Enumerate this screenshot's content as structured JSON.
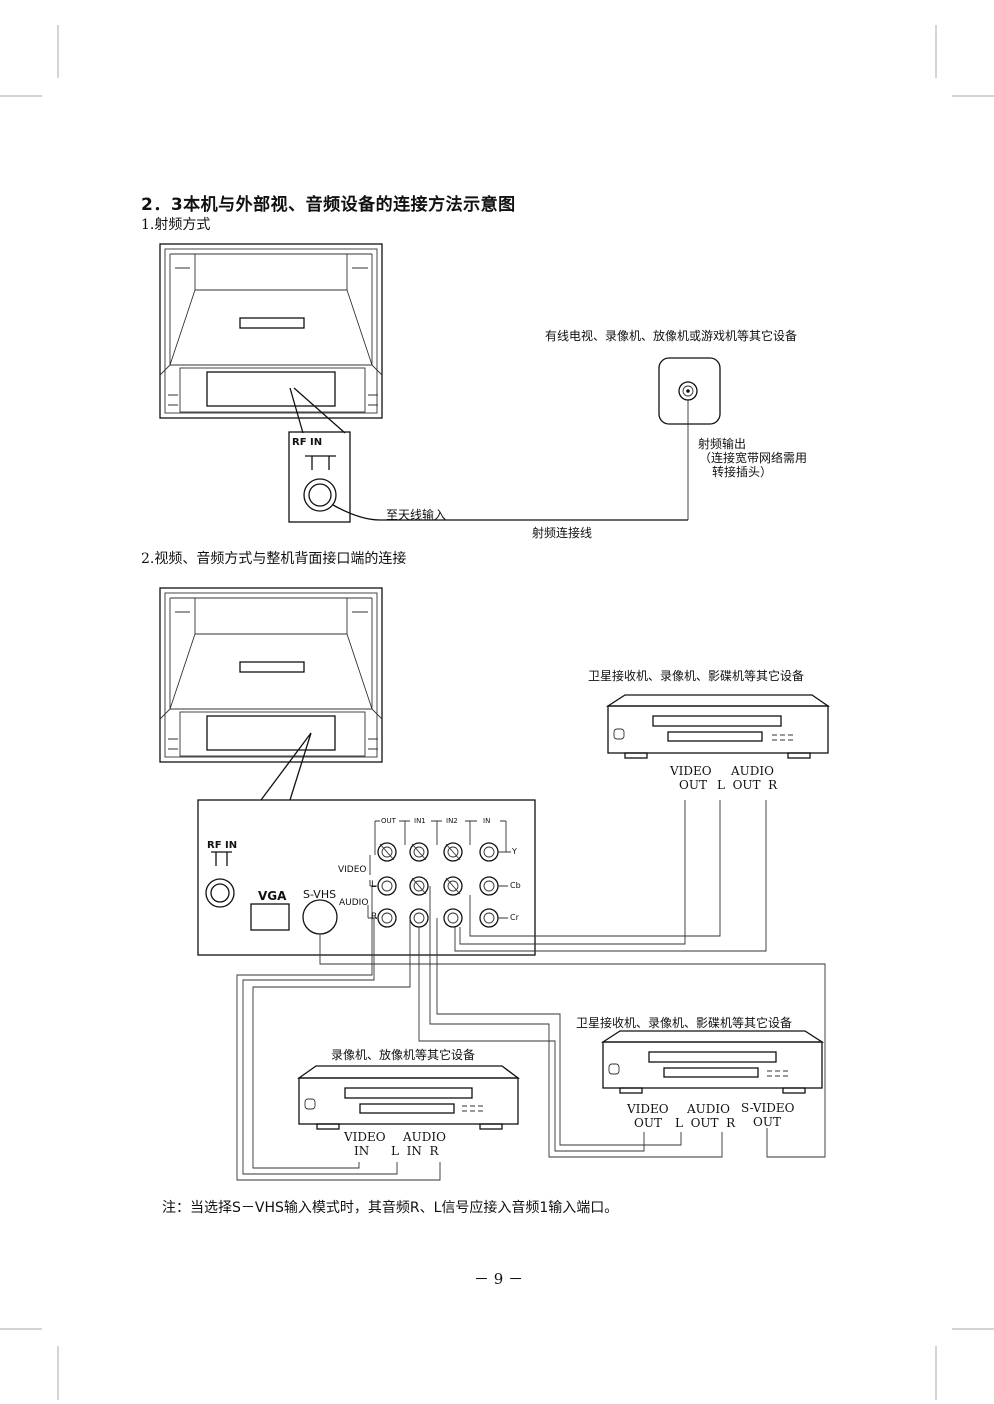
{
  "section_title": "2．3本机与外部视、音频设备的连接方法示意图",
  "rf": {
    "heading": "1.射频方式",
    "device_label": "有线电视、录像机、放像机或游戏机等其它设备",
    "rf_in": "RF IN",
    "rf_out_lines": [
      "射频输出",
      "（连接宽带网络需用",
      "转接插头）"
    ],
    "antenna_input": "至天线输入",
    "rf_cable": "射频连接线"
  },
  "av": {
    "heading": "2.视频、音频方式与整机背面接口端的连接",
    "panel": {
      "rf_in": "RF IN",
      "vga": "VGA",
      "svhs": "S-VHS",
      "video": "VIDEO",
      "audio": "AUDIO",
      "l": "L",
      "r": "R",
      "col_out": "OUT",
      "col_in1": "IN1",
      "col_in2": "IN2",
      "col_in": "IN",
      "y": "Y",
      "cb": "Cb",
      "cr": "Cr"
    },
    "device_top": {
      "label": "卫星接收机、录像机、影碟机等其它设备",
      "video": "VIDEO",
      "out": "OUT",
      "audio": "AUDIO",
      "lr": "L  OUT  R"
    },
    "device_left": {
      "label": "录像机、放像机等其它设备",
      "video": "VIDEO",
      "in": "IN",
      "audio": "AUDIO",
      "lr": "L  IN  R"
    },
    "device_right": {
      "label": "卫星接收机、录像机、影碟机等其它设备",
      "video": "VIDEO",
      "out": "OUT",
      "audio": "AUDIO",
      "lr": "L  OUT  R",
      "svideo": "S-VIDEO",
      "svideo_out": "OUT"
    }
  },
  "note": "注：当选择S－VHS输入模式时，其音频R、L信号应接入音频1输入端口。",
  "page_number": "－ 9 －"
}
